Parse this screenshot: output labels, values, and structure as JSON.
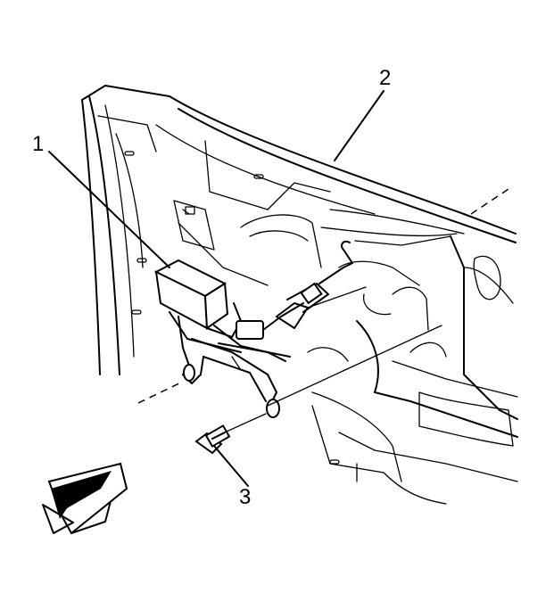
{
  "diagram": {
    "callouts": [
      {
        "id": "1"
      },
      {
        "id": "2"
      },
      {
        "id": "3"
      }
    ],
    "callout_labels": {
      "c1": "1",
      "c2": "2",
      "c3": "3"
    },
    "icons": {
      "direction_arrow": "front-direction-arrow-icon"
    },
    "colors": {
      "line": "#000000",
      "background": "#ffffff"
    }
  }
}
